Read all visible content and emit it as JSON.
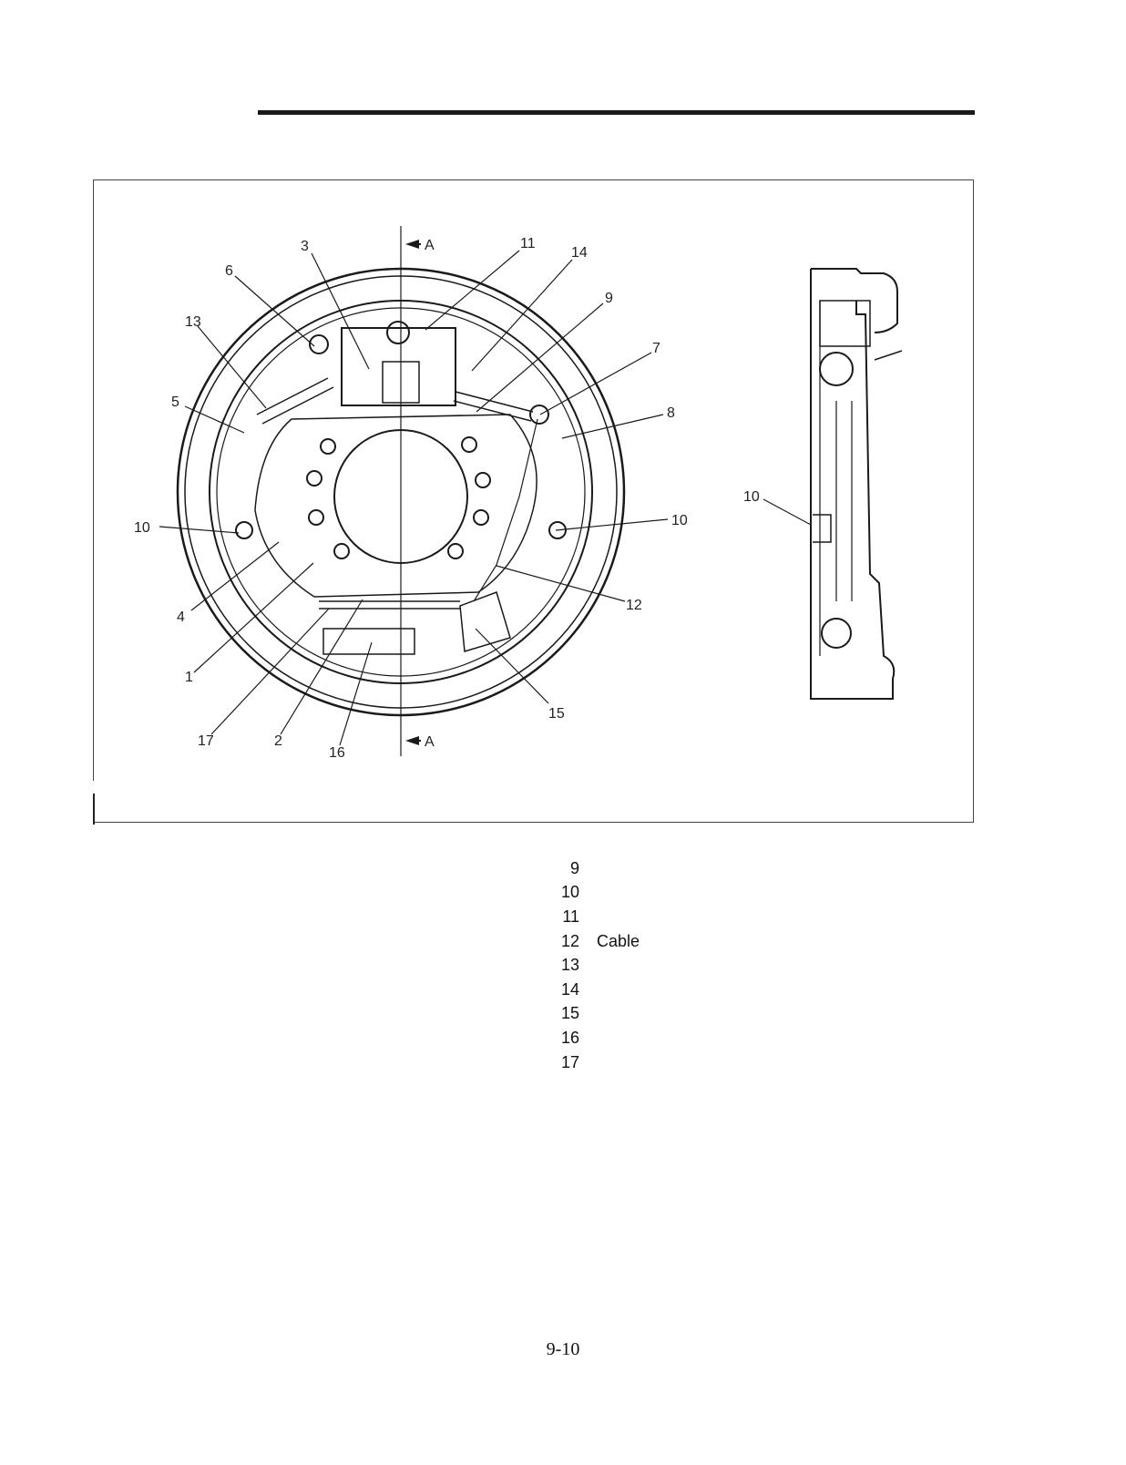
{
  "figure": {
    "section_marker": "A",
    "callouts": {
      "c1": "1",
      "c2": "2",
      "c3": "3",
      "c4": "4",
      "c5": "5",
      "c6": "6",
      "c7": "7",
      "c8": "8",
      "c9": "9",
      "c10a": "10",
      "c10b": "10",
      "c10c": "10",
      "c11": "11",
      "c12": "12",
      "c13": "13",
      "c14": "14",
      "c15": "15",
      "c16": "16",
      "c17": "17"
    }
  },
  "legend": [
    {
      "num": "9",
      "text": ""
    },
    {
      "num": "10",
      "text": ""
    },
    {
      "num": "11",
      "text": ""
    },
    {
      "num": "12",
      "text": "Cable"
    },
    {
      "num": "13",
      "text": ""
    },
    {
      "num": "14",
      "text": ""
    },
    {
      "num": "15",
      "text": ""
    },
    {
      "num": "16",
      "text": ""
    },
    {
      "num": "17",
      "text": ""
    }
  ],
  "page_number": "9-10"
}
